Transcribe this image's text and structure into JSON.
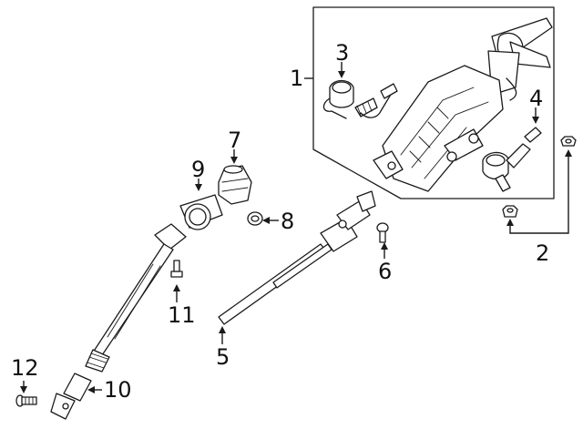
{
  "diagram": {
    "callouts": {
      "c1": "1",
      "c2": "2",
      "c3": "3",
      "c4": "4",
      "c5": "5",
      "c6": "6",
      "c7": "7",
      "c8": "8",
      "c9": "9",
      "c10": "10",
      "c11": "11",
      "c12": "12"
    }
  }
}
